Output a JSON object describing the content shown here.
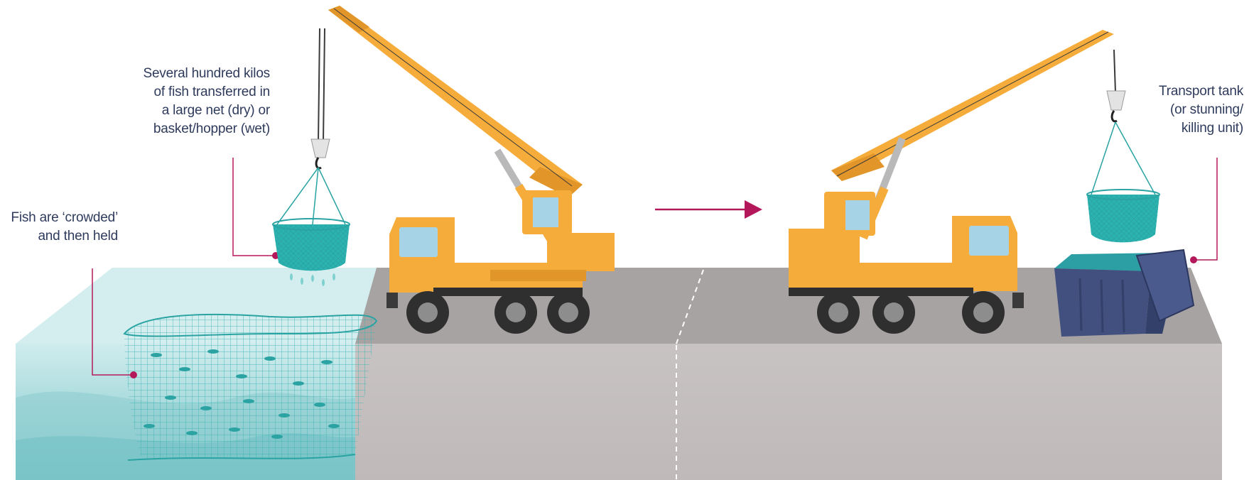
{
  "labels": {
    "fish_pen": "Fish are ‘crowded’\nand then held",
    "net_transfer": "Several hundred kilos\nof fish transferred in\na large net (dry) or\nbasket/hopper (wet)",
    "transport_tank": "Transport tank\n(or stunning/\nkilling unit)"
  },
  "colors": {
    "text": "#2f3b5c",
    "callout": "#b5185a",
    "crane_yellow": "#f5ac3b",
    "water": "#a9d9dc",
    "ground": "#c9c5c5",
    "tank": "#41507f",
    "net": "#2bb3b1"
  },
  "icons": [
    "crane-truck-icon",
    "fish-net-icon",
    "transport-tank-icon",
    "direction-arrow-icon"
  ]
}
